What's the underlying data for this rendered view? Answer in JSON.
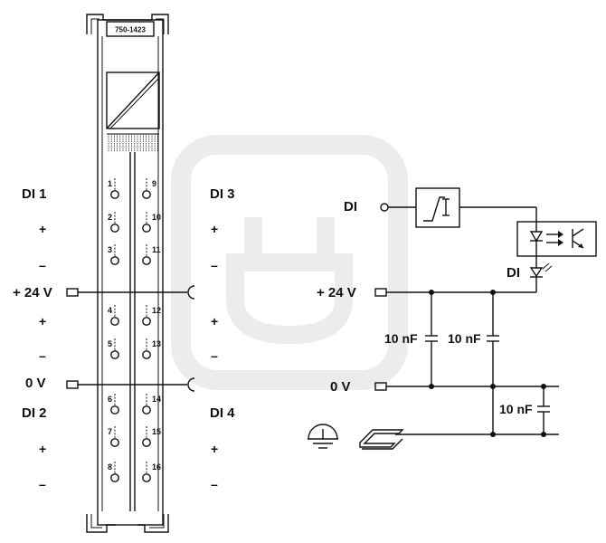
{
  "module": {
    "part_number": "750-1423"
  },
  "left_labels": {
    "di1": "DI 1",
    "di2": "DI 2",
    "plus": "+",
    "minus": "–",
    "supply_24v": "+ 24 V",
    "zero_v": "0 V"
  },
  "right_labels": {
    "di3": "DI 3",
    "di4": "DI 4",
    "plus": "+",
    "minus": "–"
  },
  "terminals": {
    "left": [
      "1",
      "2",
      "3",
      "4",
      "5",
      "6",
      "7",
      "8"
    ],
    "right": [
      "9",
      "10",
      "11",
      "12",
      "13",
      "14",
      "15",
      "16"
    ]
  },
  "schematic": {
    "di": "DI",
    "di_led": "DI",
    "supply_24v": "+ 24 V",
    "zero_v": "0 V",
    "cap1": "10 nF",
    "cap2": "10 nF",
    "cap3": "10 nF"
  },
  "icons": [
    "ground-icon",
    "din-rail-icon",
    "optocoupler-icon",
    "filter-icon",
    "led-icon",
    "watermark-plug-icon"
  ]
}
